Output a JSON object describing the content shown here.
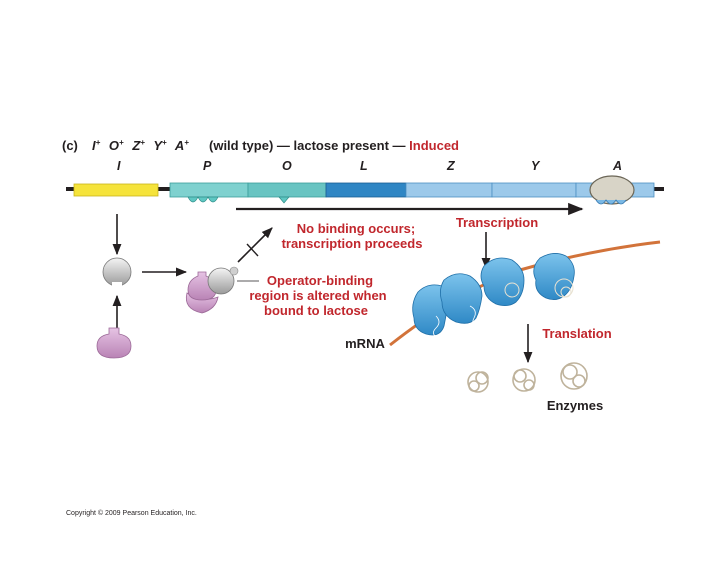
{
  "header": {
    "panel_label": "(c)",
    "genotype": [
      {
        "letter": "I",
        "sup": "+"
      },
      {
        "letter": "O",
        "sup": "+"
      },
      {
        "letter": "Z",
        "sup": "+"
      },
      {
        "letter": "Y",
        "sup": "+"
      },
      {
        "letter": "A",
        "sup": "+"
      }
    ],
    "wild_type": "(wild type)",
    "dash1": "—",
    "lactose": "lactose present",
    "dash2": "—",
    "induced": "Induced"
  },
  "gene_labels": [
    "I",
    "P",
    "O",
    "L",
    "Z",
    "Y",
    "A"
  ],
  "annotations": {
    "no_binding_line1": "No binding occurs;",
    "no_binding_line2": "transcription proceeds",
    "operator_line1": "Operator-binding",
    "operator_line2": "region is altered when",
    "operator_line3": "bound to lactose",
    "transcription": "Transcription",
    "translation": "Translation",
    "mrna": "mRNA",
    "enzymes": "Enzymes"
  },
  "footer": {
    "copyright": "Copyright © 2009 Pearson Education, Inc."
  },
  "colors": {
    "gene_I": "#f5e33b",
    "promoter": "#7fd1cf",
    "operator": "#68c4c2",
    "leader": "#2f86c4",
    "structural": "#9cc9ea",
    "annotation_red": "#c1272d",
    "mrna": "#d2733a",
    "ribosome": "#4fa8dc",
    "repressor": "#d7a8d3",
    "enzyme": "#bfb39c"
  }
}
